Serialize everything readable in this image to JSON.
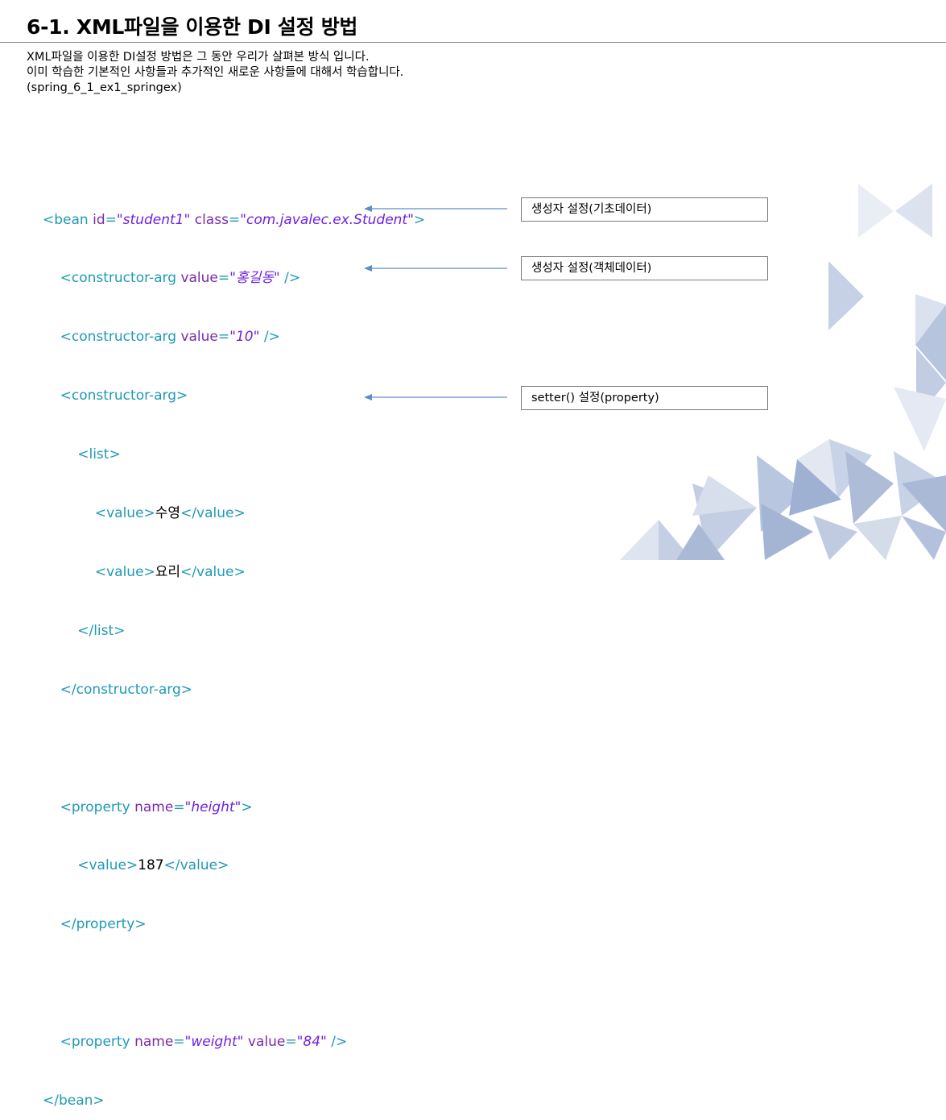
{
  "title": "6-1. XML파일을 이용한 DI 설정 방법",
  "description": [
    "XML파일을 이용한 DI설정 방법은 그 동안 우리가 살펴본 방식 입니다.",
    "이미 학습한 기본적인 사항들과 추가적인 새로운 사항들에 대해서 학습합니다.",
    "(spring_6_1_ex1_springex)"
  ],
  "code": {
    "bean_open": {
      "tag": "<bean",
      "attr1": "id",
      "val1": "\"student1\"",
      "attr2": "class",
      "val2": "\"com.javalec.ex.Student\"",
      "close": ">"
    },
    "ctor1": {
      "tag": "<constructor-arg",
      "attr": "value",
      "val": "\"홍길동\"",
      "close": "/>"
    },
    "ctor2": {
      "tag": "<constructor-arg",
      "attr": "value",
      "val": "\"10\"",
      "close": "/>"
    },
    "ctor3_open": "<constructor-arg>",
    "list_open": "<list>",
    "value1": {
      "open": "<value>",
      "text": "수영",
      "close": "</value>"
    },
    "value2": {
      "open": "<value>",
      "text": "요리",
      "close": "</value>"
    },
    "list_close": "</list>",
    "ctor3_close": "</constructor-arg>",
    "prop1_open": {
      "tag": "<property",
      "attr": "name",
      "val": "\"height\"",
      "close": ">"
    },
    "value3": {
      "open": "<value>",
      "text": "187",
      "close": "</value>"
    },
    "prop1_close": "</property>",
    "prop2": {
      "tag": "<property",
      "attr1": "name",
      "val1": "\"weight\"",
      "attr2": "value",
      "val2": "\"84\"",
      "close": "/>"
    },
    "bean_close": "</bean>"
  },
  "annotations": [
    "생성자 설정(기초데이터)",
    "생성자 설정(객체데이터)",
    "setter() 설정(property)"
  ],
  "colors": {
    "tag": "#1f9ab3",
    "attribute": "#7b2aa8",
    "value": "#7020e0",
    "arrow": "#5b8fc7",
    "decoration": "#9fb3d3"
  }
}
